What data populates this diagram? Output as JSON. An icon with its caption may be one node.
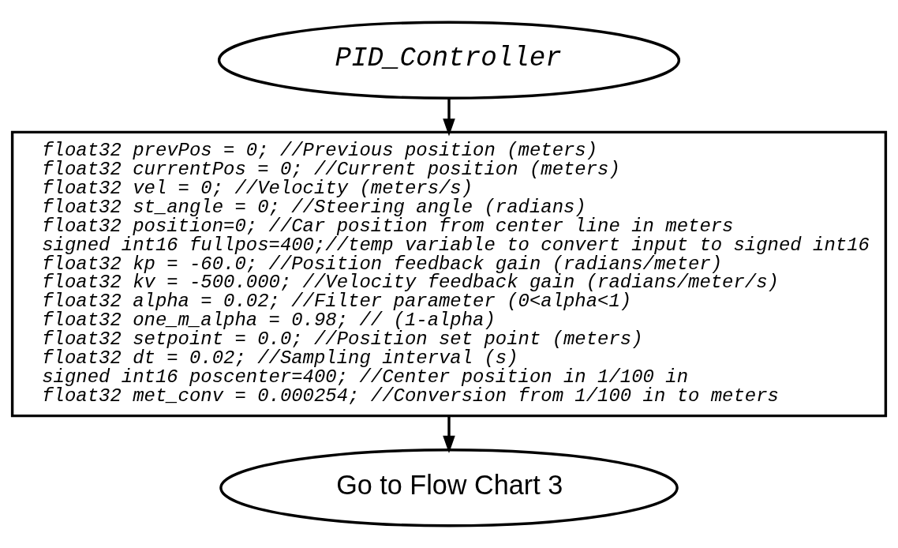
{
  "diagram": {
    "nodes": [
      {
        "text": [
          "PID_Controller"
        ]
      },
      {
        "text": [
          "float32 prevPos = 0; //Previous position (meters)",
          "float32 currentPos = 0; //Current position (meters)",
          "float32 vel = 0; //Velocity (meters/s)",
          "float32 st_angle = 0; //Steering angle (radians)",
          "float32 position=0; //Car position from center line in meters",
          "signed int16 fullpos=400;//temp variable to convert input to signed int16",
          "float32 kp = -60.0; //Position feedback gain (radians/meter)",
          "float32 kv = -500.000; //Velocity feedback gain (radians/meter/s)",
          "float32 alpha = 0.02; //Filter parameter (0<alpha<1)",
          "float32 one_m_alpha = 0.98; // (1-alpha)",
          "float32 setpoint = 0.0; //Position set point (meters)",
          "float32 dt = 0.02; //Sampling interval (s)",
          "signed int16 poscenter=400; //Center position in 1/100 in",
          "float32 met_conv = 0.000254; //Conversion from 1/100 in to meters"
        ]
      },
      {
        "text": [
          "Go to Flow Chart 3"
        ]
      }
    ],
    "edges": [
      {
        "from": 0,
        "to": 1,
        "arrow": "to"
      },
      {
        "from": 1,
        "to": 2,
        "arrow": "to"
      }
    ]
  }
}
